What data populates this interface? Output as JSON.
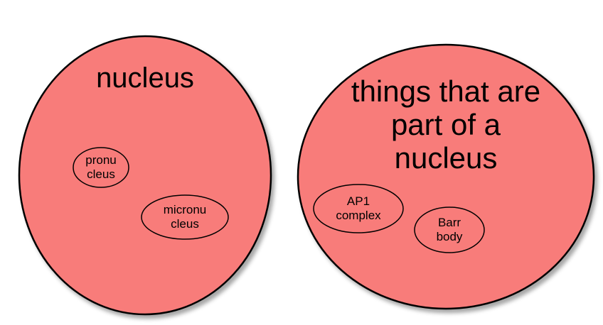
{
  "colors": {
    "set_fill": "#f87b7a",
    "outline": "#000000"
  },
  "sets": [
    {
      "title_lines": [
        "nucleus"
      ],
      "members": [
        {
          "lines": [
            "pronu",
            "cleus"
          ]
        },
        {
          "lines": [
            "micronu",
            "cleus"
          ]
        }
      ]
    },
    {
      "title_lines": [
        "things that are",
        "part of a",
        "nucleus"
      ],
      "members": [
        {
          "lines": [
            "AP1",
            "complex"
          ]
        },
        {
          "lines": [
            "Barr",
            "body"
          ]
        }
      ]
    }
  ]
}
